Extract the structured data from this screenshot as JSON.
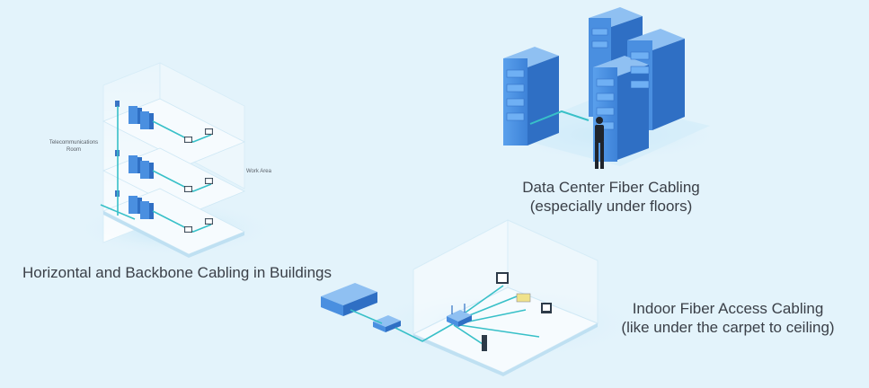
{
  "labels": {
    "building": "Horizontal and Backbone Cabling in Buildings",
    "telecom_room": "Telecommunications\nRoom",
    "work_area": "Work Area",
    "datacenter_line1": "Data Center Fiber Cabling",
    "datacenter_line2": "(especially under floors)",
    "indoor_line1": "Indoor Fiber Access Cabling",
    "indoor_line2": "(like under the carpet to ceiling)"
  },
  "colors": {
    "background": "#e3f3fb",
    "server_front": "#4a8fe0",
    "server_side": "#2f6fc4",
    "server_top": "#8fc0f2",
    "cable": "#38c0c8",
    "wall": "#ffffff",
    "floor_shadow": "#bfe2f6"
  }
}
